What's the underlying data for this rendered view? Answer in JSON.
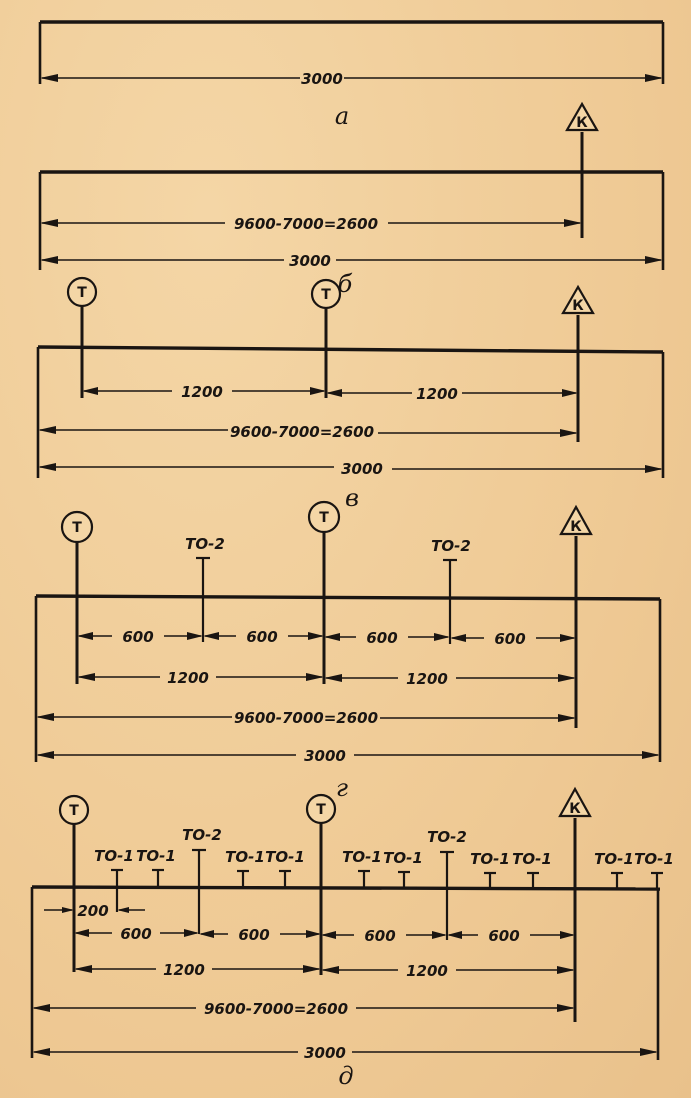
{
  "symbols": {
    "t": "Т",
    "k": "К",
    "to1": "ТО-1",
    "to2": "ТО-2"
  },
  "panel_a": {
    "caption": "а",
    "total": "3000"
  },
  "panel_b": {
    "caption": "б",
    "total": "3000",
    "formula": "9600-7000=2600"
  },
  "panel_v": {
    "caption": "в",
    "total": "3000",
    "formula": "9600-7000=2600",
    "seg1": "1200",
    "seg2": "1200"
  },
  "panel_g": {
    "caption": "г",
    "total": "3000",
    "formula": "9600-7000=2600",
    "seg1": "1200",
    "seg2": "1200",
    "q1": "600",
    "q2": "600",
    "q3": "600",
    "q4": "600"
  },
  "panel_d": {
    "caption": "д",
    "total": "3000",
    "formula": "9600-7000=2600",
    "seg1": "1200",
    "seg2": "1200",
    "q1": "600",
    "q2": "600",
    "q3": "600",
    "q4": "600",
    "small": "200"
  }
}
